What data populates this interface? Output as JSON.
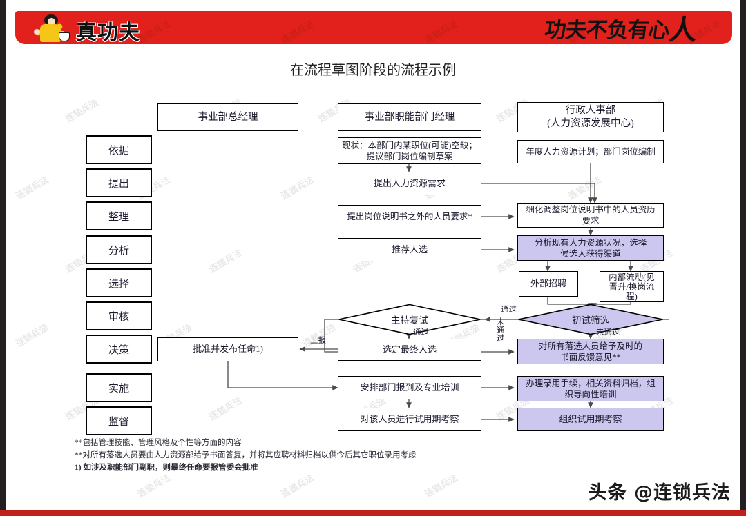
{
  "banner": {
    "logo_text": "真功夫",
    "slogan_part1": "功夫不负有心",
    "slogan_part2": "人",
    "brand_color": "#e2211c"
  },
  "title": "在流程草图阶段的流程示例",
  "columns": {
    "headers": [
      {
        "id": "col-division-gm",
        "label": "事业部总经理"
      },
      {
        "id": "col-division-func-mgr",
        "label": "事业部职能部门经理"
      },
      {
        "id": "col-hr-dept",
        "label": "行政人事部\n(人力资源发展中心)"
      }
    ],
    "hr_line1": "行政人事部",
    "hr_line2": "(人力资源发展中心)"
  },
  "stages": [
    {
      "id": "stage-basis",
      "label": "依据"
    },
    {
      "id": "stage-propose",
      "label": "提出"
    },
    {
      "id": "stage-organize",
      "label": "整理"
    },
    {
      "id": "stage-analyze",
      "label": "分析"
    },
    {
      "id": "stage-select",
      "label": "选择"
    },
    {
      "id": "stage-review",
      "label": "审核"
    },
    {
      "id": "stage-decide",
      "label": "决策"
    },
    {
      "id": "stage-implement",
      "label": "实施"
    },
    {
      "id": "stage-supervise",
      "label": "监督"
    }
  ],
  "nodes": {
    "current_status": "现状：本部门内某职位(可能)空缺；\n提议部门岗位编制草案",
    "current_status_l1": "现状：本部门内某职位(可能)空缺；",
    "current_status_l2": "提议部门岗位编制草案",
    "raise_hr_demand": "提出人力资源需求",
    "extra_requirements": "提出岗位说明书之外的人员要求*",
    "recommend_candidates": "推荐人选",
    "host_second_interview": "主持复试",
    "final_selection": "选定最终人选",
    "arrange_onboarding": "安排部门报到及专业培训",
    "probation_review_mid": "对该人员进行试用期考察",
    "approve_appointment": "批准并发布任命1)",
    "annual_hr_plan": "年度人力资源计划；部门岗位编制",
    "refine_jd_l1": "细化调整岗位说明书中的人员资历",
    "refine_jd_l2": "要求",
    "analyze_hr_l1": "分析现有人力资源状况，选择",
    "analyze_hr_l2": "候选人获得渠道",
    "external_recruit": "外部招聘",
    "internal_mobility_l1": "内部流动(见",
    "internal_mobility_l2": "晋升/换岗流",
    "internal_mobility_l3": "程)",
    "first_screening": "初试筛选",
    "written_feedback_l1": "对所有落选人员给予及时的",
    "written_feedback_l2": "书面反馈意见**",
    "hiring_formalities_l1": "办理录用手续，相关资料归档，组",
    "hiring_formalities_l2": "织导向性培训",
    "probation_review_right": "组织试用期考察"
  },
  "edge_labels": {
    "pass_mid": "通过",
    "pass_right": "通过",
    "fail_vertical_l1": "未",
    "fail_vertical_l2": "通",
    "fail_vertical_l3": "过",
    "fail_right": "未通过",
    "report_up": "上报"
  },
  "footnotes": [
    "**包括管理技能、管理风格及个性等方面的内容",
    "**对所有落选人员要由人力资源部给予书面答复，并将其应聘材料归档以供今后其它职位录用考虑",
    "1) 如涉及职能部门副职，则最终任命要报管委会批准"
  ],
  "watermark": {
    "tile_text": "连锁兵法",
    "brandmark": "头条 @连锁兵法"
  },
  "palette": {
    "purple_fill": "#cbc7ee",
    "banner_red": "#e2211c",
    "edge_dark": "#231f20",
    "line": "#595959"
  }
}
